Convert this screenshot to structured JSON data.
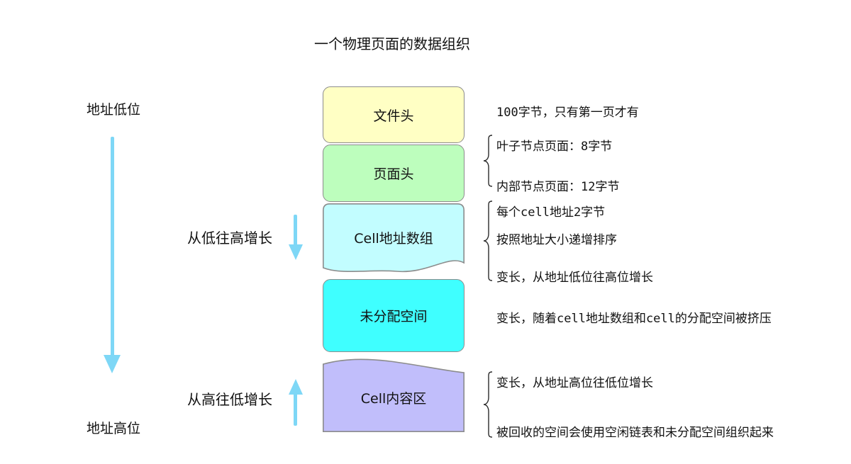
{
  "title": "一个物理页面的数据组织",
  "left_labels": {
    "low": "地址低位",
    "high": "地址高位"
  },
  "growth": {
    "low_to_high": "从低往高增长",
    "high_to_low": "从高往低增长"
  },
  "boxes": [
    {
      "label": "文件头",
      "color": "#FFFFC4"
    },
    {
      "label": "页面头",
      "color": "#BDFEBD"
    },
    {
      "label": "Cell地址数组",
      "color": "#C2FDFF"
    },
    {
      "label": "未分配空间",
      "color": "#3FFFFF"
    },
    {
      "label": "Cell内容区",
      "color": "#C1BEFB"
    }
  ],
  "annotations": {
    "file_header": "100字节，只有第一页才有",
    "page_header": {
      "line1": "叶子节点页面：8字节",
      "line2": "内部节点页面：12字节"
    },
    "cell_addr_array": {
      "line1": "每个cell地址2字节",
      "line2": "按照地址大小递增排序",
      "line3": "变长，从地址低位往高位增长"
    },
    "unallocated": "变长，随着cell地址数组和cell的分配空间被挤压",
    "cell_content": {
      "line1": "变长，从地址高位往低位增长",
      "line2": "被回收的空间会使用空闲链表和未分配空间组织起来"
    }
  },
  "colors": {
    "arrow": "#7ED7F6",
    "border": "#8C8C8C"
  }
}
